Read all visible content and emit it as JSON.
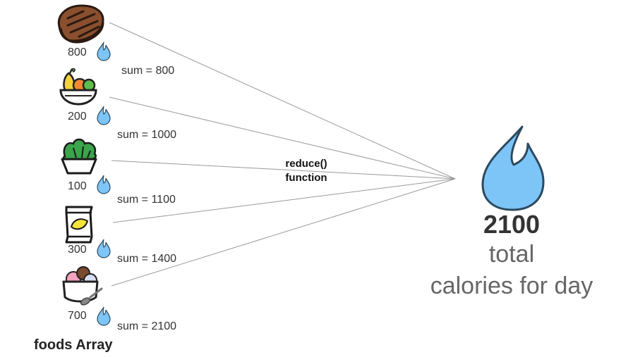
{
  "foods": [
    {
      "name": "steak",
      "calories": "800",
      "sum": "sum = 800"
    },
    {
      "name": "fruit-bowl",
      "calories": "200",
      "sum": "sum = 1000"
    },
    {
      "name": "salad",
      "calories": "100",
      "sum": "sum = 1100"
    },
    {
      "name": "chips",
      "calories": "300",
      "sum": "sum = 1400"
    },
    {
      "name": "ice-cream",
      "calories": "700",
      "sum": "sum = 2100"
    }
  ],
  "array_label": "foods Array",
  "function_label": {
    "line1": "reduce()",
    "line2": "function"
  },
  "result": {
    "value": "2100",
    "line1": "total",
    "line2": "calories for day"
  },
  "colors": {
    "flame": "#7dc4f7",
    "flame_stroke": "#2b4a5e",
    "line": "#9a9a9a"
  }
}
